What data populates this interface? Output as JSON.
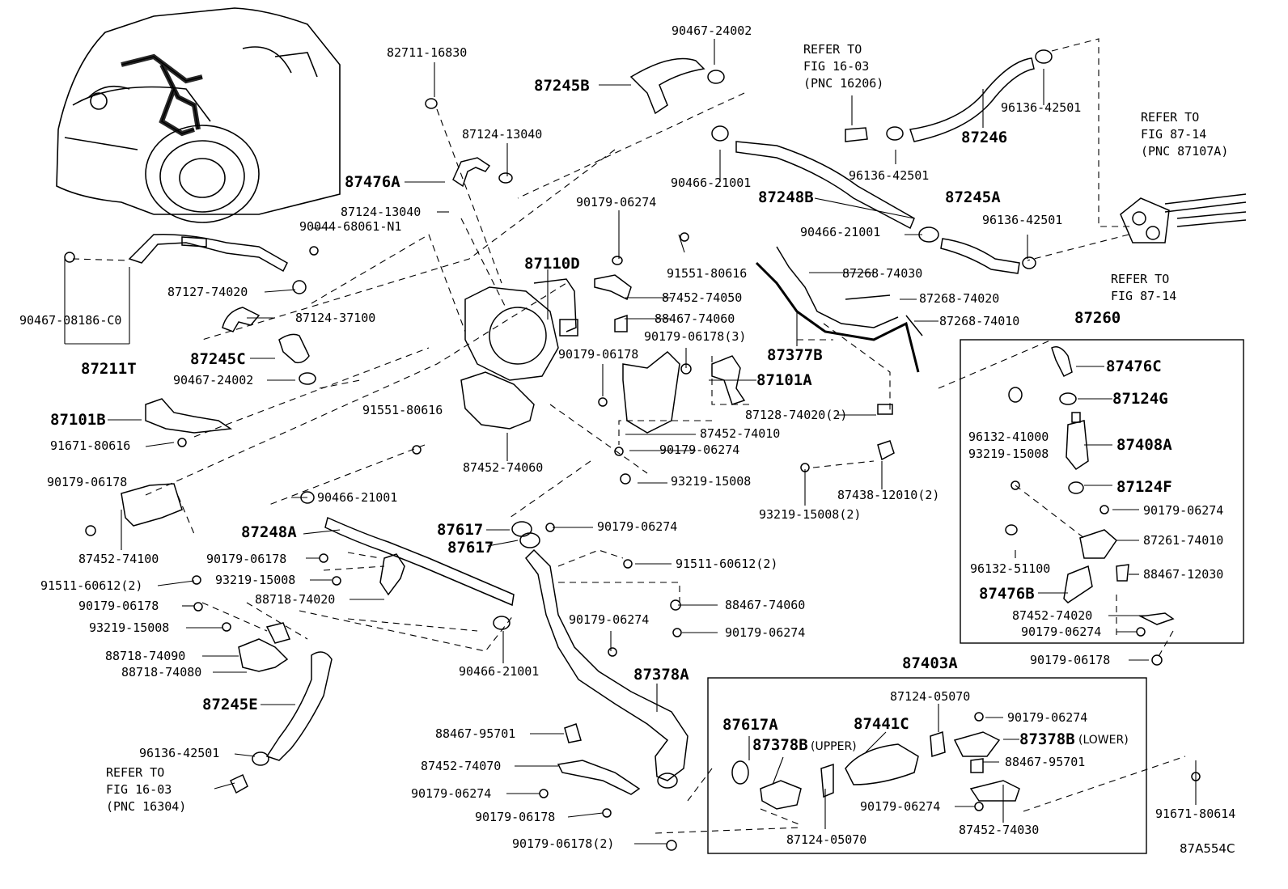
{
  "diagram": {
    "drawing_code": "87A554C",
    "labels": {
      "l82711": "82711-16830",
      "l90467_24002_top": "90467-24002",
      "l87245B": "87245B",
      "ref_fig16_03": "REFER TO\nFIG 16-03\n(PNC 16206)",
      "l87246": "87246",
      "l96136_top": "96136-42501",
      "ref_fig87_14_a": "REFER TO\nFIG 87-14\n(PNC 87107A)",
      "l87124_13040_a": "87124-13040",
      "l87476A": "87476A",
      "l96136_mid": "96136-42501",
      "l90466_21001_a": "90466-21001",
      "l87248B": "87248B",
      "l87245A": "87245A",
      "l87124_13040_b": "87124-13040",
      "l90044": "90044-68061-N1",
      "l90179_06274_a": "90179-06274",
      "l96136_right": "96136-42501",
      "l90466_21001_b": "90466-21001",
      "ref_fig87_14_b": "REFER TO\nFIG 87-14",
      "l91551_80616_a": "91551-80616",
      "l87110D": "87110D",
      "l87268_74030": "87268-74030",
      "l90467_08186": "90467-08186-C0",
      "l87127_74020": "87127-74020",
      "l87452_74050": "87452-74050",
      "l87268_74020": "87268-74020",
      "l87124_37100": "87124-37100",
      "l88467_74060_a": "88467-74060",
      "l87268_74010": "87268-74010",
      "l87260": "87260",
      "l87211T": "87211T",
      "l87245C": "87245C",
      "l90179_06178_3": "90179-06178(3)",
      "l90179_06178_a": "90179-06178",
      "l87377B": "87377B",
      "l87476C": "87476C",
      "l90467_24002_b": "90467-24002",
      "l87101A": "87101A",
      "l87124G": "87124G",
      "l87101B": "87101B",
      "l91551_80616_b": "91551-80616",
      "l87128_74020": "87128-74020(2)",
      "l96132_41000": "96132-41000",
      "l87452_74010": "87452-74010",
      "l87408A": "87408A",
      "l91671_80616": "91671-80616",
      "l90179_06274_b": "90179-06274",
      "l93219_15008_a": "93219-15008",
      "l87452_74060": "87452-74060",
      "l90179_06178_b": "90179-06178",
      "l93219_15008_b": "93219-15008",
      "l87124F": "87124F",
      "l87438_12010": "87438-12010(2)",
      "l90466_21001_c": "90466-21001",
      "l93219_15008_2": "93219-15008(2)",
      "l90179_06274_c": "90179-06274",
      "l87617_a": "87617",
      "l90179_06274_d": "90179-06274",
      "l87248A": "87248A",
      "l87617_b": "87617",
      "l87261_74010": "87261-74010",
      "l87452_74100": "87452-74100",
      "l90179_06178_c": "90179-06178",
      "l91511_60612_r": "91511-60612(2)",
      "l96132_51100": "96132-51100",
      "l93219_15008_c": "93219-15008",
      "l88467_12030": "88467-12030",
      "l91511_60612_l": "91511-60612(2)",
      "l88718_74020": "88718-74020",
      "l87476B": "87476B",
      "l90179_06178_d": "90179-06178",
      "l88467_74060_b": "88467-74060",
      "l87452_74020": "87452-74020",
      "l93219_15008_d": "93219-15008",
      "l90179_06274_e": "90179-06274",
      "l90179_06274_f": "90179-06274",
      "l90179_06274_g": "90179-06274",
      "l88718_74090": "88718-74090",
      "l90179_06178_e": "90179-06178",
      "l88718_74080": "88718-74080",
      "l90466_21001_d": "90466-21001",
      "l87378A": "87378A",
      "l87403A": "87403A",
      "l87124_05070_a": "87124-05070",
      "l87245E": "87245E",
      "l90179_06274_h": "90179-06274",
      "l87617A": "87617A",
      "l87441C": "87441C",
      "l87378B_upper_code": "87378B",
      "l87378B_upper_txt": "(UPPER)",
      "l87378B_lower_code": "87378B",
      "l87378B_lower_txt": "(LOWER)",
      "l88467_95701_a": "88467-95701",
      "l96136_bottom": "96136-42501",
      "l88467_95701_b": "88467-95701",
      "ref_fig16_03_b": "REFER TO\nFIG 16-03\n(PNC 16304)",
      "l87452_74070": "87452-74070",
      "l90179_06274_i": "90179-06274",
      "l90179_06274_j": "90179-06274",
      "l87452_74030": "87452-74030",
      "l90179_06178_f": "90179-06178",
      "l87124_05070_b": "87124-05070",
      "l91671_80614": "91671-80614",
      "l90179_06178_2": "90179-06178(2)"
    }
  }
}
